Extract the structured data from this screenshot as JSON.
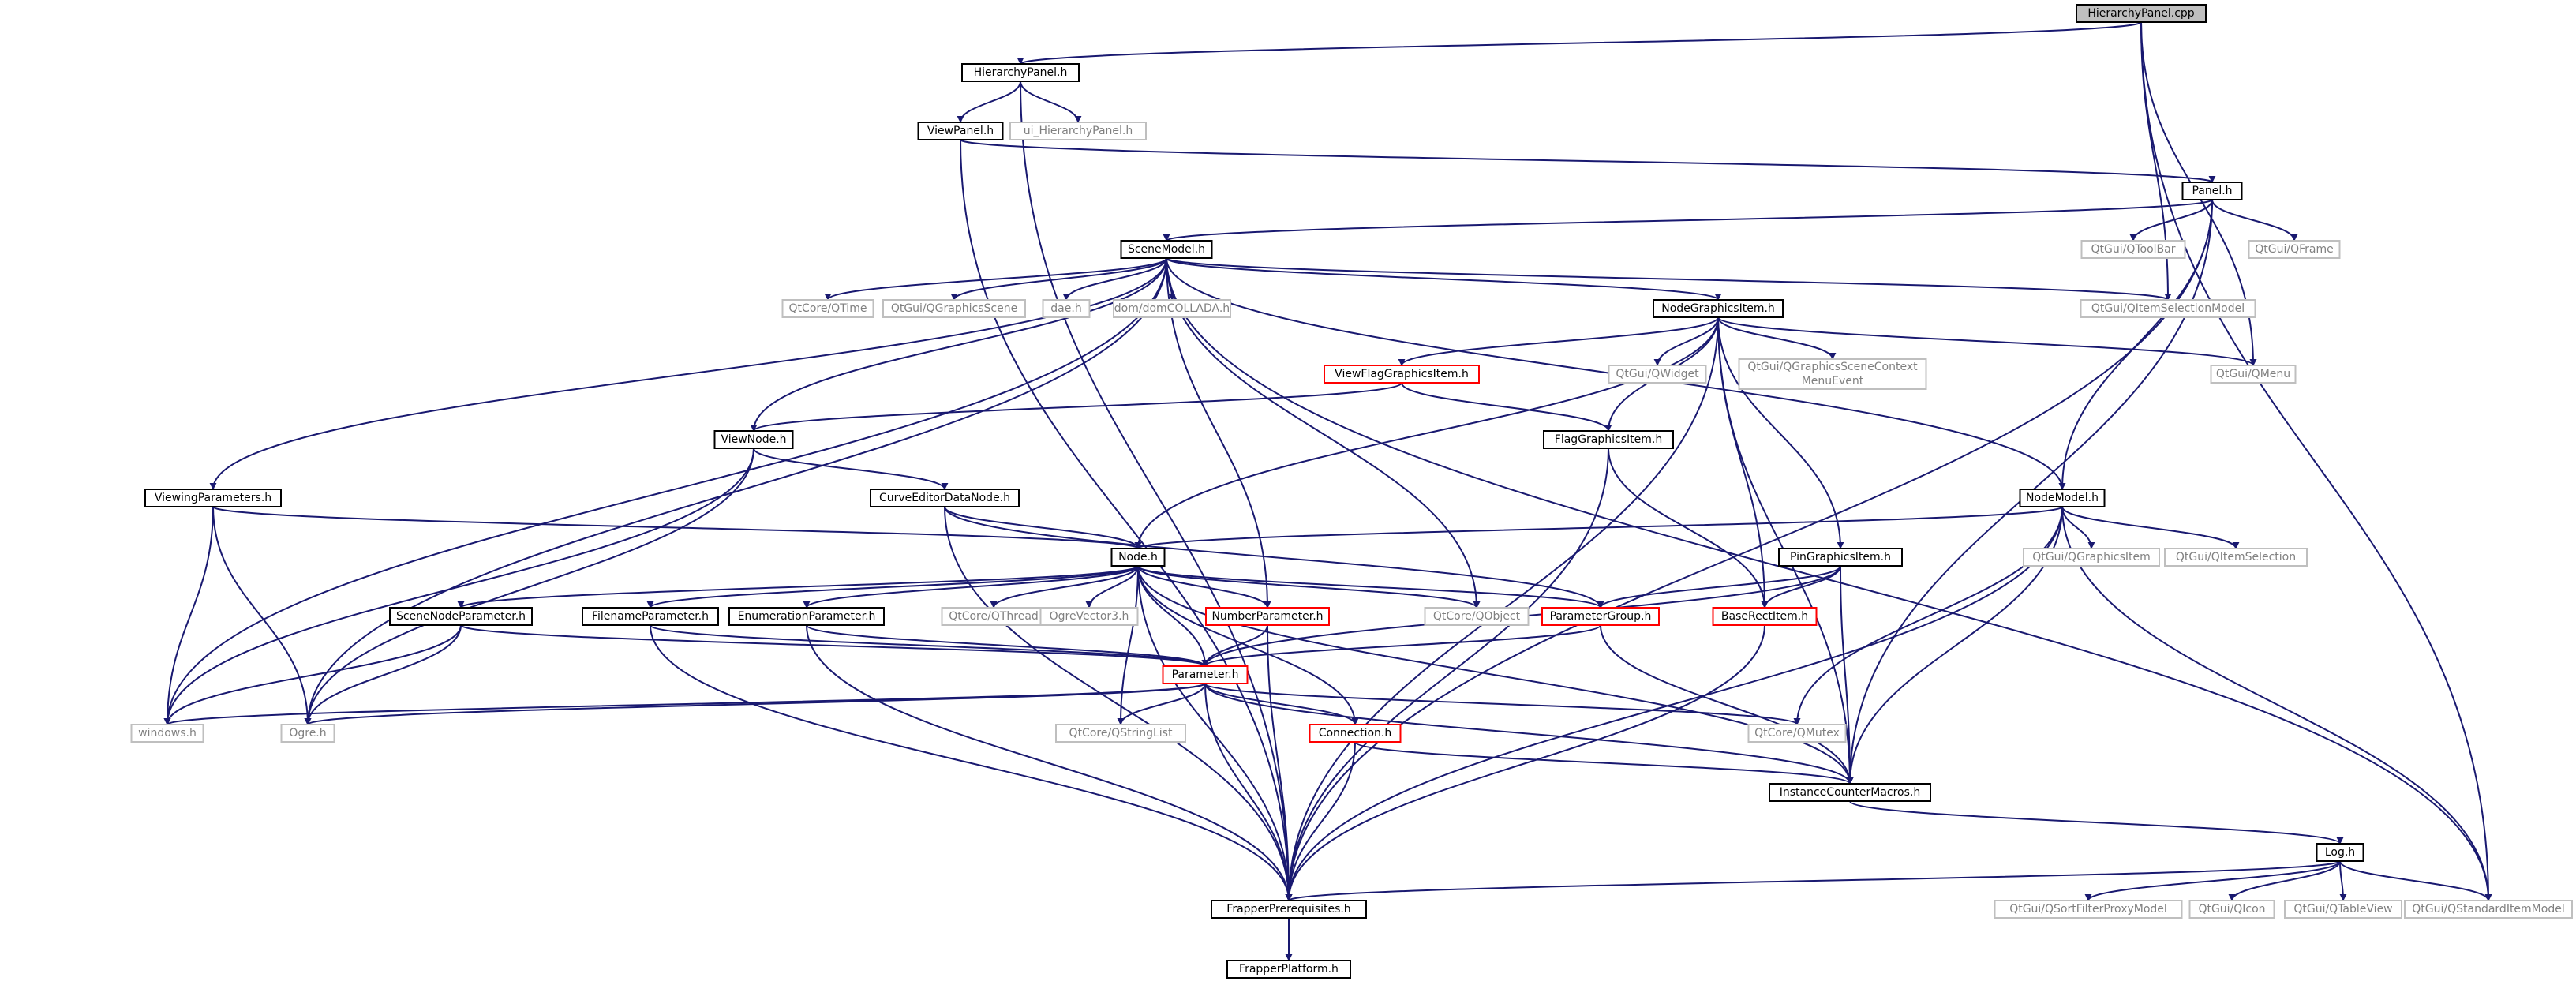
{
  "colors": {
    "edge": "#191970",
    "box_normal": "#000000",
    "box_external": "#bfbfbf",
    "box_truncated": "#ff0000",
    "box_root_fill": "#bfbfbf",
    "text_normal": "#000000",
    "text_external": "#808080"
  },
  "nodes": [
    {
      "id": "HierarchyPanel_cpp",
      "label": "HierarchyPanel.cpp",
      "kind": "root"
    },
    {
      "id": "HierarchyPanel_h",
      "label": "HierarchyPanel.h",
      "kind": "normal"
    },
    {
      "id": "ViewPanel_h",
      "label": "ViewPanel.h",
      "kind": "normal"
    },
    {
      "id": "ui_HierarchyPanel_h",
      "label": "ui_HierarchyPanel.h",
      "kind": "external"
    },
    {
      "id": "Panel_h",
      "label": "Panel.h",
      "kind": "normal"
    },
    {
      "id": "QToolBar",
      "label": "QtGui/QToolBar",
      "kind": "external"
    },
    {
      "id": "QFrame",
      "label": "QtGui/QFrame",
      "kind": "external"
    },
    {
      "id": "SceneModel_h",
      "label": "SceneModel.h",
      "kind": "normal"
    },
    {
      "id": "QTime",
      "label": "QtCore/QTime",
      "kind": "external"
    },
    {
      "id": "QGraphicsScene",
      "label": "QtGui/QGraphicsScene",
      "kind": "external"
    },
    {
      "id": "dae_h",
      "label": "dae.h",
      "kind": "external"
    },
    {
      "id": "domCOLLADA_h",
      "label": "dom/domCOLLADA.h",
      "kind": "external"
    },
    {
      "id": "NodeGraphicsItem_h",
      "label": "NodeGraphicsItem.h",
      "kind": "normal"
    },
    {
      "id": "QItemSelectionModel",
      "label": "QtGui/QItemSelectionModel",
      "kind": "external"
    },
    {
      "id": "ViewFlagGraphicsItem_h",
      "label": "ViewFlagGraphicsItem.h",
      "kind": "truncated"
    },
    {
      "id": "QWidget",
      "label": "QtGui/QWidget",
      "kind": "external"
    },
    {
      "id": "QGSCME",
      "label": "QtGui/QGraphicsSceneContext",
      "label2": "MenuEvent",
      "kind": "external"
    },
    {
      "id": "QMenu",
      "label": "QtGui/QMenu",
      "kind": "external"
    },
    {
      "id": "ViewNode_h",
      "label": "ViewNode.h",
      "kind": "normal"
    },
    {
      "id": "FlagGraphicsItem_h",
      "label": "FlagGraphicsItem.h",
      "kind": "normal"
    },
    {
      "id": "ViewingParameters_h",
      "label": "ViewingParameters.h",
      "kind": "normal"
    },
    {
      "id": "CurveEditorDataNode_h",
      "label": "CurveEditorDataNode.h",
      "kind": "normal"
    },
    {
      "id": "NodeModel_h",
      "label": "NodeModel.h",
      "kind": "normal"
    },
    {
      "id": "Node_h",
      "label": "Node.h",
      "kind": "normal"
    },
    {
      "id": "PinGraphicsItem_h",
      "label": "PinGraphicsItem.h",
      "kind": "normal"
    },
    {
      "id": "QGraphicsItem",
      "label": "QtGui/QGraphicsItem",
      "kind": "external"
    },
    {
      "id": "QItemSelection",
      "label": "QtGui/QItemSelection",
      "kind": "external"
    },
    {
      "id": "SceneNodeParameter_h",
      "label": "SceneNodeParameter.h",
      "kind": "normal"
    },
    {
      "id": "FilenameParameter_h",
      "label": "FilenameParameter.h",
      "kind": "normal"
    },
    {
      "id": "EnumerationParameter_h",
      "label": "EnumerationParameter.h",
      "kind": "normal"
    },
    {
      "id": "QThread",
      "label": "QtCore/QThread",
      "kind": "external"
    },
    {
      "id": "OgreVector3_h",
      "label": "OgreVector3.h",
      "kind": "external"
    },
    {
      "id": "NumberParameter_h",
      "label": "NumberParameter.h",
      "kind": "truncated"
    },
    {
      "id": "QObject",
      "label": "QtCore/QObject",
      "kind": "external"
    },
    {
      "id": "ParameterGroup_h",
      "label": "ParameterGroup.h",
      "kind": "truncated"
    },
    {
      "id": "BaseRectItem_h",
      "label": "BaseRectItem.h",
      "kind": "truncated"
    },
    {
      "id": "Parameter_h",
      "label": "Parameter.h",
      "kind": "truncated"
    },
    {
      "id": "windows_h",
      "label": "windows.h",
      "kind": "external"
    },
    {
      "id": "Ogre_h",
      "label": "Ogre.h",
      "kind": "external"
    },
    {
      "id": "QStringList",
      "label": "QtCore/QStringList",
      "kind": "external"
    },
    {
      "id": "Connection_h",
      "label": "Connection.h",
      "kind": "truncated"
    },
    {
      "id": "QMutex",
      "label": "QtCore/QMutex",
      "kind": "external"
    },
    {
      "id": "InstanceCounterMacros_h",
      "label": "InstanceCounterMacros.h",
      "kind": "normal"
    },
    {
      "id": "Log_h",
      "label": "Log.h",
      "kind": "normal"
    },
    {
      "id": "FrapperPrerequisites_h",
      "label": "FrapperPrerequisites.h",
      "kind": "normal"
    },
    {
      "id": "QSortFilterProxyModel",
      "label": "QtGui/QSortFilterProxyModel",
      "kind": "external"
    },
    {
      "id": "QIcon",
      "label": "QtGui/QIcon",
      "kind": "external"
    },
    {
      "id": "QTableView",
      "label": "QtGui/QTableView",
      "kind": "external"
    },
    {
      "id": "QStandardItemModel",
      "label": "QtGui/QStandardItemModel",
      "kind": "external"
    },
    {
      "id": "FrapperPlatform_h",
      "label": "FrapperPlatform.h",
      "kind": "normal"
    }
  ],
  "edges": [
    [
      "HierarchyPanel_cpp",
      "HierarchyPanel_h"
    ],
    [
      "HierarchyPanel_cpp",
      "QItemSelectionModel"
    ],
    [
      "HierarchyPanel_cpp",
      "QMenu"
    ],
    [
      "HierarchyPanel_cpp",
      "QStandardItemModel"
    ],
    [
      "HierarchyPanel_h",
      "ViewPanel_h"
    ],
    [
      "HierarchyPanel_h",
      "ui_HierarchyPanel_h"
    ],
    [
      "HierarchyPanel_h",
      "FrapperPrerequisites_h"
    ],
    [
      "ViewPanel_h",
      "Panel_h"
    ],
    [
      "ViewPanel_h",
      "FrapperPrerequisites_h"
    ],
    [
      "Panel_h",
      "SceneModel_h"
    ],
    [
      "Panel_h",
      "QToolBar"
    ],
    [
      "Panel_h",
      "QFrame"
    ],
    [
      "Panel_h",
      "NodeModel_h"
    ],
    [
      "Panel_h",
      "InstanceCounterMacros_h"
    ],
    [
      "Panel_h",
      "FrapperPrerequisites_h"
    ],
    [
      "SceneModel_h",
      "QTime"
    ],
    [
      "SceneModel_h",
      "QGraphicsScene"
    ],
    [
      "SceneModel_h",
      "dae_h"
    ],
    [
      "SceneModel_h",
      "domCOLLADA_h"
    ],
    [
      "SceneModel_h",
      "NodeGraphicsItem_h"
    ],
    [
      "SceneModel_h",
      "QItemSelectionModel"
    ],
    [
      "SceneModel_h",
      "ViewNode_h"
    ],
    [
      "SceneModel_h",
      "ViewingParameters_h"
    ],
    [
      "SceneModel_h",
      "NodeModel_h"
    ],
    [
      "SceneModel_h",
      "NumberParameter_h"
    ],
    [
      "SceneModel_h",
      "QObject"
    ],
    [
      "SceneModel_h",
      "windows_h"
    ],
    [
      "SceneModel_h",
      "Ogre_h"
    ],
    [
      "SceneModel_h",
      "QStandardItemModel"
    ],
    [
      "NodeGraphicsItem_h",
      "ViewFlagGraphicsItem_h"
    ],
    [
      "NodeGraphicsItem_h",
      "FlagGraphicsItem_h"
    ],
    [
      "NodeGraphicsItem_h",
      "QWidget"
    ],
    [
      "NodeGraphicsItem_h",
      "QGSCME"
    ],
    [
      "NodeGraphicsItem_h",
      "QMenu"
    ],
    [
      "NodeGraphicsItem_h",
      "PinGraphicsItem_h"
    ],
    [
      "NodeGraphicsItem_h",
      "BaseRectItem_h"
    ],
    [
      "NodeGraphicsItem_h",
      "Node_h"
    ],
    [
      "NodeGraphicsItem_h",
      "InstanceCounterMacros_h"
    ],
    [
      "NodeGraphicsItem_h",
      "FrapperPrerequisites_h"
    ],
    [
      "ViewFlagGraphicsItem_h",
      "ViewNode_h"
    ],
    [
      "ViewFlagGraphicsItem_h",
      "FlagGraphicsItem_h"
    ],
    [
      "FlagGraphicsItem_h",
      "BaseRectItem_h"
    ],
    [
      "FlagGraphicsItem_h",
      "FrapperPrerequisites_h"
    ],
    [
      "ViewNode_h",
      "CurveEditorDataNode_h"
    ],
    [
      "ViewNode_h",
      "windows_h"
    ],
    [
      "ViewNode_h",
      "Ogre_h"
    ],
    [
      "ViewingParameters_h",
      "Node_h"
    ],
    [
      "ViewingParameters_h",
      "windows_h"
    ],
    [
      "ViewingParameters_h",
      "Ogre_h"
    ],
    [
      "CurveEditorDataNode_h",
      "Node_h"
    ],
    [
      "CurveEditorDataNode_h",
      "ParameterGroup_h"
    ],
    [
      "CurveEditorDataNode_h",
      "FrapperPrerequisites_h"
    ],
    [
      "NodeModel_h",
      "Node_h"
    ],
    [
      "NodeModel_h",
      "QGraphicsItem"
    ],
    [
      "NodeModel_h",
      "QItemSelection"
    ],
    [
      "NodeModel_h",
      "QMutex"
    ],
    [
      "NodeModel_h",
      "InstanceCounterMacros_h"
    ],
    [
      "NodeModel_h",
      "FrapperPrerequisites_h"
    ],
    [
      "NodeModel_h",
      "QStandardItemModel"
    ],
    [
      "PinGraphicsItem_h",
      "ParameterGroup_h"
    ],
    [
      "PinGraphicsItem_h",
      "BaseRectItem_h"
    ],
    [
      "PinGraphicsItem_h",
      "Parameter_h"
    ],
    [
      "PinGraphicsItem_h",
      "InstanceCounterMacros_h"
    ],
    [
      "Node_h",
      "SceneNodeParameter_h"
    ],
    [
      "Node_h",
      "FilenameParameter_h"
    ],
    [
      "Node_h",
      "EnumerationParameter_h"
    ],
    [
      "Node_h",
      "QThread"
    ],
    [
      "Node_h",
      "OgreVector3_h"
    ],
    [
      "Node_h",
      "NumberParameter_h"
    ],
    [
      "Node_h",
      "QObject"
    ],
    [
      "Node_h",
      "ParameterGroup_h"
    ],
    [
      "Node_h",
      "Parameter_h"
    ],
    [
      "Node_h",
      "QStringList"
    ],
    [
      "Node_h",
      "Connection_h"
    ],
    [
      "Node_h",
      "InstanceCounterMacros_h"
    ],
    [
      "Node_h",
      "FrapperPrerequisites_h"
    ],
    [
      "SceneNodeParameter_h",
      "Parameter_h"
    ],
    [
      "SceneNodeParameter_h",
      "windows_h"
    ],
    [
      "SceneNodeParameter_h",
      "Ogre_h"
    ],
    [
      "FilenameParameter_h",
      "Parameter_h"
    ],
    [
      "FilenameParameter_h",
      "FrapperPrerequisites_h"
    ],
    [
      "EnumerationParameter_h",
      "Parameter_h"
    ],
    [
      "EnumerationParameter_h",
      "FrapperPrerequisites_h"
    ],
    [
      "NumberParameter_h",
      "Parameter_h"
    ],
    [
      "NumberParameter_h",
      "FrapperPrerequisites_h"
    ],
    [
      "ParameterGroup_h",
      "Parameter_h"
    ],
    [
      "ParameterGroup_h",
      "InstanceCounterMacros_h"
    ],
    [
      "BaseRectItem_h",
      "FrapperPrerequisites_h"
    ],
    [
      "Parameter_h",
      "windows_h"
    ],
    [
      "Parameter_h",
      "Ogre_h"
    ],
    [
      "Parameter_h",
      "QStringList"
    ],
    [
      "Parameter_h",
      "Connection_h"
    ],
    [
      "Parameter_h",
      "QMutex"
    ],
    [
      "Parameter_h",
      "InstanceCounterMacros_h"
    ],
    [
      "Parameter_h",
      "FrapperPrerequisites_h"
    ],
    [
      "Connection_h",
      "InstanceCounterMacros_h"
    ],
    [
      "Connection_h",
      "FrapperPrerequisites_h"
    ],
    [
      "InstanceCounterMacros_h",
      "Log_h"
    ],
    [
      "Log_h",
      "FrapperPrerequisites_h"
    ],
    [
      "Log_h",
      "QSortFilterProxyModel"
    ],
    [
      "Log_h",
      "QIcon"
    ],
    [
      "Log_h",
      "QTableView"
    ],
    [
      "Log_h",
      "QStandardItemModel"
    ],
    [
      "FrapperPrerequisites_h",
      "FrapperPlatform_h"
    ]
  ]
}
